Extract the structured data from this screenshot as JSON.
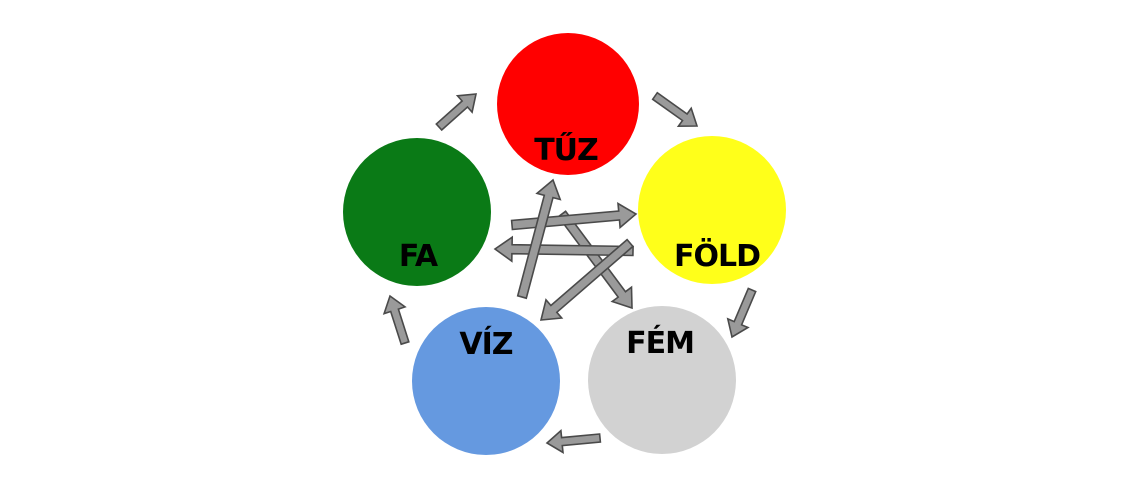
{
  "diagram": {
    "elements": [
      {
        "id": "fire",
        "label": "TŰZ",
        "color": "#ff0000"
      },
      {
        "id": "earth",
        "label": "FÖLD",
        "color": "#ffff1a"
      },
      {
        "id": "metal",
        "label": "FÉM",
        "color": "#d2d2d2"
      },
      {
        "id": "water",
        "label": "VÍZ",
        "color": "#6599e0"
      },
      {
        "id": "wood",
        "label": "FA",
        "color": "#0a7a16"
      }
    ],
    "generating_cycle": [
      "fire",
      "earth",
      "metal",
      "water",
      "wood"
    ],
    "controlling_cycle": [
      "fire",
      "metal",
      "wood",
      "earth",
      "water"
    ],
    "arrow_color": "#9a9a9a",
    "arrow_outline": "#4a4a4a"
  }
}
